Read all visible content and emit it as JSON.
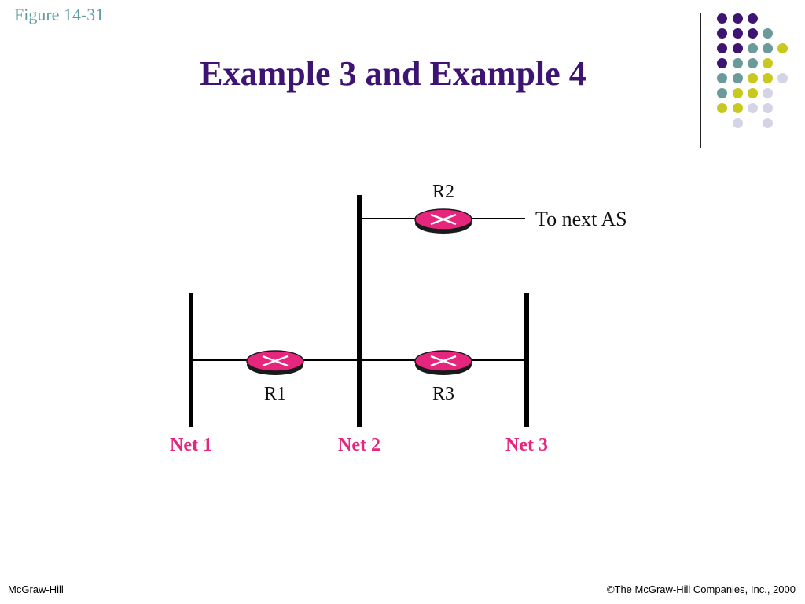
{
  "slide": {
    "figure_label": "Figure  14-31",
    "title": "Example 3 and Example 4",
    "footer_left": "McGraw-Hill",
    "footer_right": "©The McGraw-Hill Companies, Inc., 2000"
  },
  "diagram": {
    "routers": [
      {
        "id": "r2",
        "label": "R2"
      },
      {
        "id": "r1",
        "label": "R1"
      },
      {
        "id": "r3",
        "label": "R3"
      }
    ],
    "networks": [
      {
        "id": "net1",
        "label": "Net 1"
      },
      {
        "id": "net2",
        "label": "Net 2"
      },
      {
        "id": "net3",
        "label": "Net 3"
      }
    ],
    "external_link_label": "To next AS"
  },
  "colors": {
    "title": "#3d1472",
    "figure_label": "#5f9ea0",
    "router_fill": "#e6267d",
    "router_top": "#f25aa0",
    "net_label": "#e6267d",
    "dot_purple": "#3d1472",
    "dot_teal": "#6a9a9a",
    "dot_yellow": "#c8c81e",
    "dot_lavender": "#d4d4e6"
  }
}
